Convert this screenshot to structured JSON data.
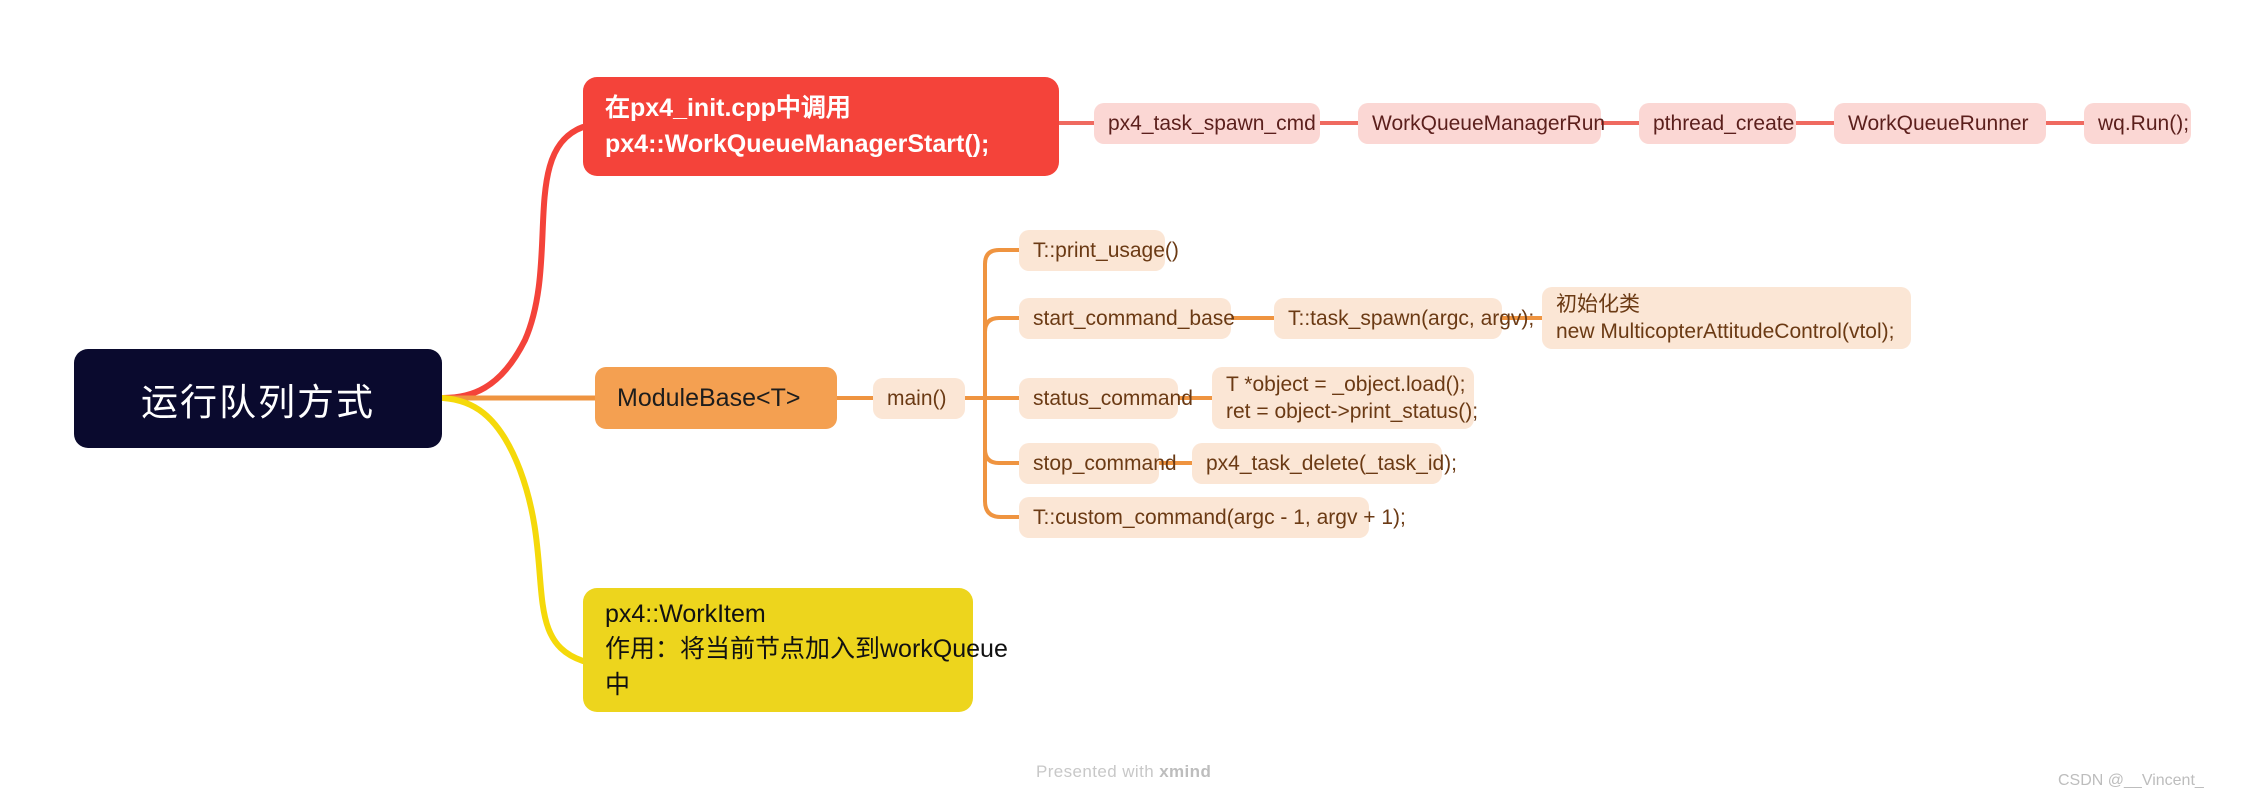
{
  "root": {
    "label": "运行队列方式",
    "color": "#0a0a2e"
  },
  "branches": [
    {
      "id": "workqueue-manager-start",
      "color": "#f4433a",
      "label": "在px4_init.cpp中调用\npx4::WorkQueueManagerStart();",
      "children": [
        {
          "label": "px4_task_spawn_cmd"
        },
        {
          "label": "WorkQueueManagerRun"
        },
        {
          "label": "pthread_create"
        },
        {
          "label": "WorkQueueRunner"
        },
        {
          "label": "wq.Run();"
        }
      ]
    },
    {
      "id": "module-base",
      "color": "#f4a051",
      "label": "ModuleBase<T>",
      "main": {
        "label": "main()"
      },
      "children": [
        {
          "label": "T::print_usage()",
          "children": []
        },
        {
          "label": "start_command_base",
          "children": [
            {
              "label": "T::task_spawn(argc, argv);",
              "children": [
                {
                  "label": "初始化类\nnew MulticopterAttitudeControl(vtol);"
                }
              ]
            }
          ]
        },
        {
          "label": "status_command",
          "children": [
            {
              "label": "T *object = _object.load();\nret = object->print_status();"
            }
          ]
        },
        {
          "label": "stop_command",
          "children": [
            {
              "label": "px4_task_delete(_task_id);"
            }
          ]
        },
        {
          "label": "T::custom_command(argc - 1, argv + 1);",
          "children": []
        }
      ]
    },
    {
      "id": "work-item",
      "color": "#edd51d",
      "label": "px4::WorkItem\n作用：将当前节点加入到workQueue\n中",
      "children": []
    }
  ],
  "footer": {
    "xmind_prefix": "Presented with ",
    "xmind_brand": "xmind",
    "watermark": "CSDN @__Vincent_"
  },
  "palette": {
    "root_bg": "#0a0a2e",
    "red": "#f4433a",
    "pink": "#fbd7d4",
    "orange": "#f4a051",
    "peach": "#fbe6d5",
    "yellow": "#edd51d",
    "line_red": "#f4433a",
    "line_orange": "#ef9440",
    "line_yellow": "#f5d90a"
  }
}
